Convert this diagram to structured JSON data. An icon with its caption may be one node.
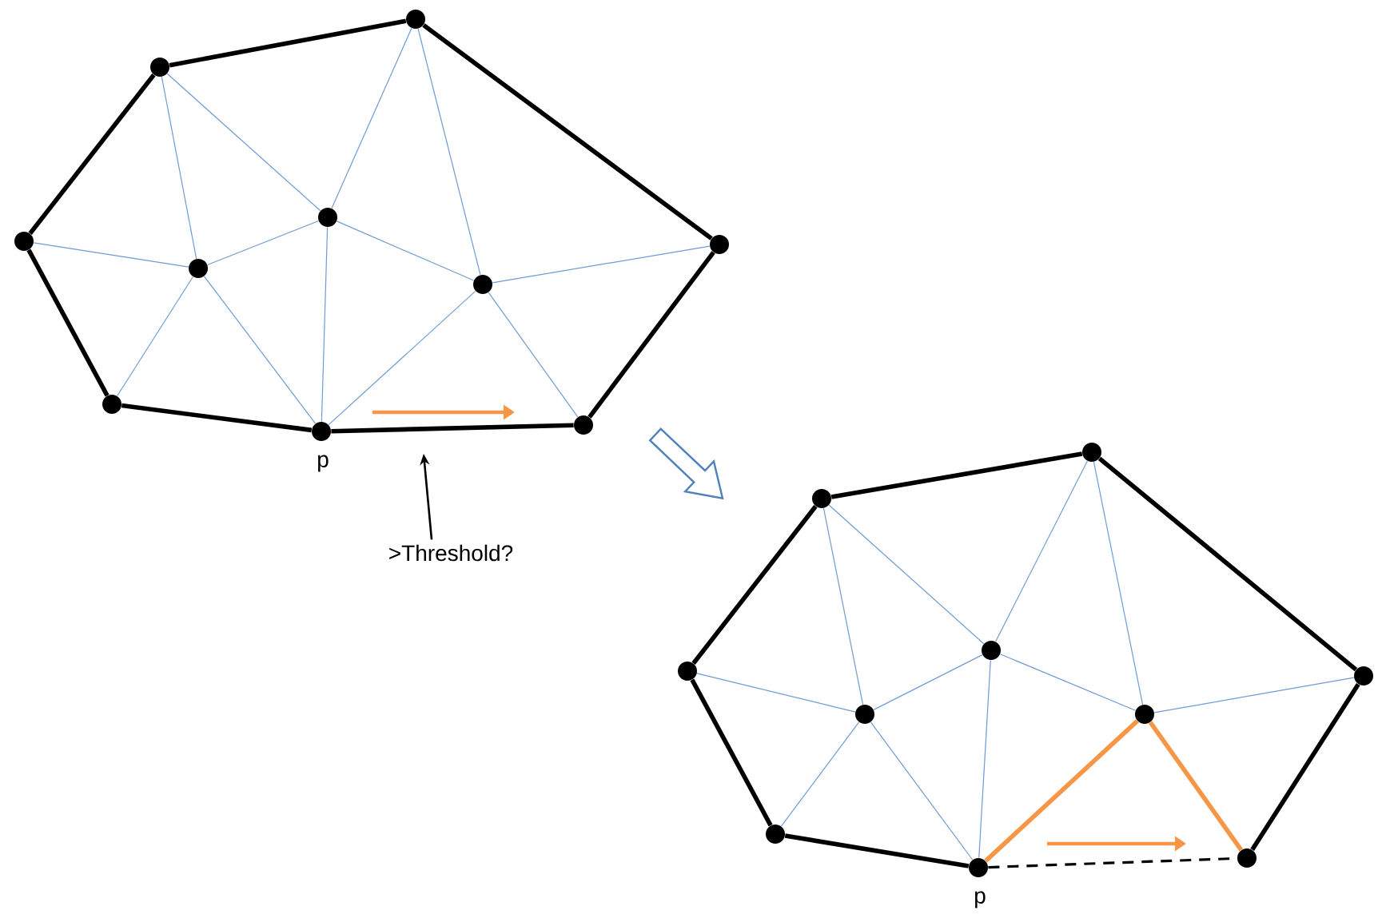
{
  "diagram": {
    "nodes": [
      {
        "text": [],
        "shape": "circle"
      },
      {
        "text": [],
        "shape": "circle"
      },
      {
        "text": [],
        "shape": "circle"
      },
      {
        "text": [],
        "shape": "circle"
      },
      {
        "text": [],
        "shape": "circle"
      },
      {
        "text": [],
        "shape": "circle"
      },
      {
        "text": [],
        "shape": "circle"
      },
      {
        "text": [],
        "shape": "circle"
      },
      {
        "text": [],
        "shape": "circle"
      },
      {
        "text": [],
        "shape": "circle",
        "beside": [
          "p"
        ]
      },
      {
        "text": [
          ">Threshold?"
        ]
      },
      {
        "text": [],
        "shape": "circle"
      },
      {
        "text": [],
        "shape": "circle"
      },
      {
        "text": [],
        "shape": "circle"
      },
      {
        "text": [],
        "shape": "circle"
      },
      {
        "text": [],
        "shape": "circle"
      },
      {
        "text": [],
        "shape": "circle"
      },
      {
        "text": [],
        "shape": "circle"
      },
      {
        "text": [],
        "shape": "circle"
      },
      {
        "text": [],
        "shape": "circle"
      },
      {
        "text": [],
        "shape": "circle",
        "beside": [
          "p"
        ]
      }
    ],
    "edges": [
      {
        "from": 1,
        "to": 0,
        "arrow": "none",
        "style": "thick",
        "color": "#000000"
      },
      {
        "from": 0,
        "to": 4,
        "arrow": "none",
        "style": "thick",
        "color": "#000000"
      },
      {
        "from": 4,
        "to": 8,
        "arrow": "none",
        "style": "thick",
        "color": "#000000"
      },
      {
        "from": 8,
        "to": 9,
        "arrow": "none",
        "style": "thick",
        "color": "#000000"
      },
      {
        "from": 9,
        "to": 7,
        "arrow": "none",
        "style": "thick",
        "color": "#000000"
      },
      {
        "from": 7,
        "to": 3,
        "arrow": "none",
        "style": "thick",
        "color": "#000000"
      },
      {
        "from": 3,
        "to": 1,
        "arrow": "none",
        "style": "thick",
        "color": "#000000"
      },
      {
        "from": 1,
        "to": 5,
        "arrow": "none"
      },
      {
        "from": 1,
        "to": 2,
        "arrow": "none"
      },
      {
        "from": 0,
        "to": 2,
        "arrow": "none"
      },
      {
        "from": 0,
        "to": 6,
        "arrow": "none"
      },
      {
        "from": 2,
        "to": 6,
        "arrow": "none"
      },
      {
        "from": 4,
        "to": 6,
        "arrow": "none"
      },
      {
        "from": 6,
        "to": 8,
        "arrow": "none"
      },
      {
        "from": 6,
        "to": 9,
        "arrow": "none"
      },
      {
        "from": 2,
        "to": 9,
        "arrow": "none"
      },
      {
        "from": 5,
        "to": 2,
        "arrow": "none"
      },
      {
        "from": 5,
        "to": 9,
        "arrow": "none"
      },
      {
        "from": 5,
        "to": 7,
        "arrow": "none"
      },
      {
        "from": 5,
        "to": 3,
        "arrow": "none"
      },
      {
        "from": 10,
        "to": null,
        "arrow": "to",
        "color": "#000000"
      },
      {
        "from": 12,
        "to": 11,
        "arrow": "none",
        "style": "thick",
        "color": "#000000"
      },
      {
        "from": 11,
        "to": 15,
        "arrow": "none",
        "style": "thick",
        "color": "#000000"
      },
      {
        "from": 15,
        "to": 19,
        "arrow": "none",
        "style": "thick",
        "color": "#000000"
      },
      {
        "from": 20,
        "to": 19,
        "arrow": "none",
        "style": "dashed",
        "color": "#000000"
      },
      {
        "from": 20,
        "to": 18,
        "arrow": "none",
        "style": "thick",
        "color": "#000000"
      },
      {
        "from": 18,
        "to": 14,
        "arrow": "none",
        "style": "thick",
        "color": "#000000"
      },
      {
        "from": 14,
        "to": 12,
        "arrow": "none",
        "style": "thick",
        "color": "#000000"
      },
      {
        "from": 12,
        "to": 16,
        "arrow": "none"
      },
      {
        "from": 12,
        "to": 13,
        "arrow": "none"
      },
      {
        "from": 11,
        "to": 13,
        "arrow": "none"
      },
      {
        "from": 11,
        "to": 17,
        "arrow": "none"
      },
      {
        "from": 13,
        "to": 17,
        "arrow": "none"
      },
      {
        "from": 15,
        "to": 17,
        "arrow": "none"
      },
      {
        "from": 17,
        "to": 19,
        "arrow": "none",
        "style": "thick",
        "color": "#f79646"
      },
      {
        "from": 17,
        "to": 20,
        "arrow": "none",
        "style": "thick",
        "color": "#f79646"
      },
      {
        "from": 13,
        "to": 20,
        "arrow": "none"
      },
      {
        "from": 16,
        "to": 13,
        "arrow": "none"
      },
      {
        "from": 16,
        "to": 20,
        "arrow": "none"
      },
      {
        "from": 16,
        "to": 18,
        "arrow": "none"
      },
      {
        "from": 16,
        "to": 14,
        "arrow": "none"
      }
    ]
  }
}
